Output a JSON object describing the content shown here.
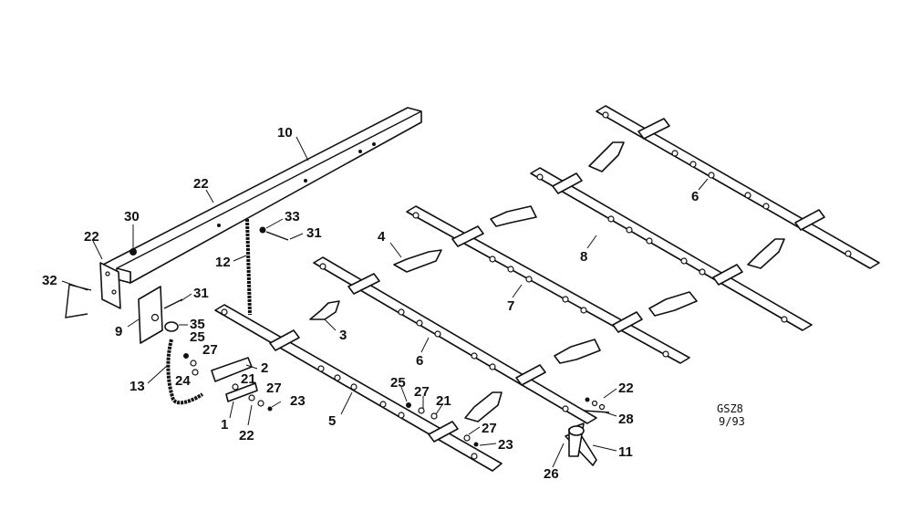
{
  "labels": {
    "l10": "10",
    "l22a": "22",
    "l30": "30",
    "l22b": "22",
    "l32": "32",
    "l33": "33",
    "l31a": "31",
    "l12": "12",
    "l31b": "31",
    "l9": "9",
    "l35": "35",
    "l25a": "25",
    "l27a": "27",
    "l13": "13",
    "l24": "24",
    "l21a": "21",
    "l2": "2",
    "l27b": "27",
    "l23a": "23",
    "l1": "1",
    "l22c": "22",
    "l5": "5",
    "l3": "3",
    "l4": "4",
    "l6a": "6",
    "l7": "7",
    "l8": "8",
    "l6b": "6",
    "l25b": "25",
    "l27c": "27",
    "l21b": "21",
    "l27d": "27",
    "l23b": "23",
    "l22d": "22",
    "l28": "28",
    "l11": "11",
    "l26": "26"
  },
  "stamp": {
    "code": "GSZ8",
    "date": "9/93"
  }
}
